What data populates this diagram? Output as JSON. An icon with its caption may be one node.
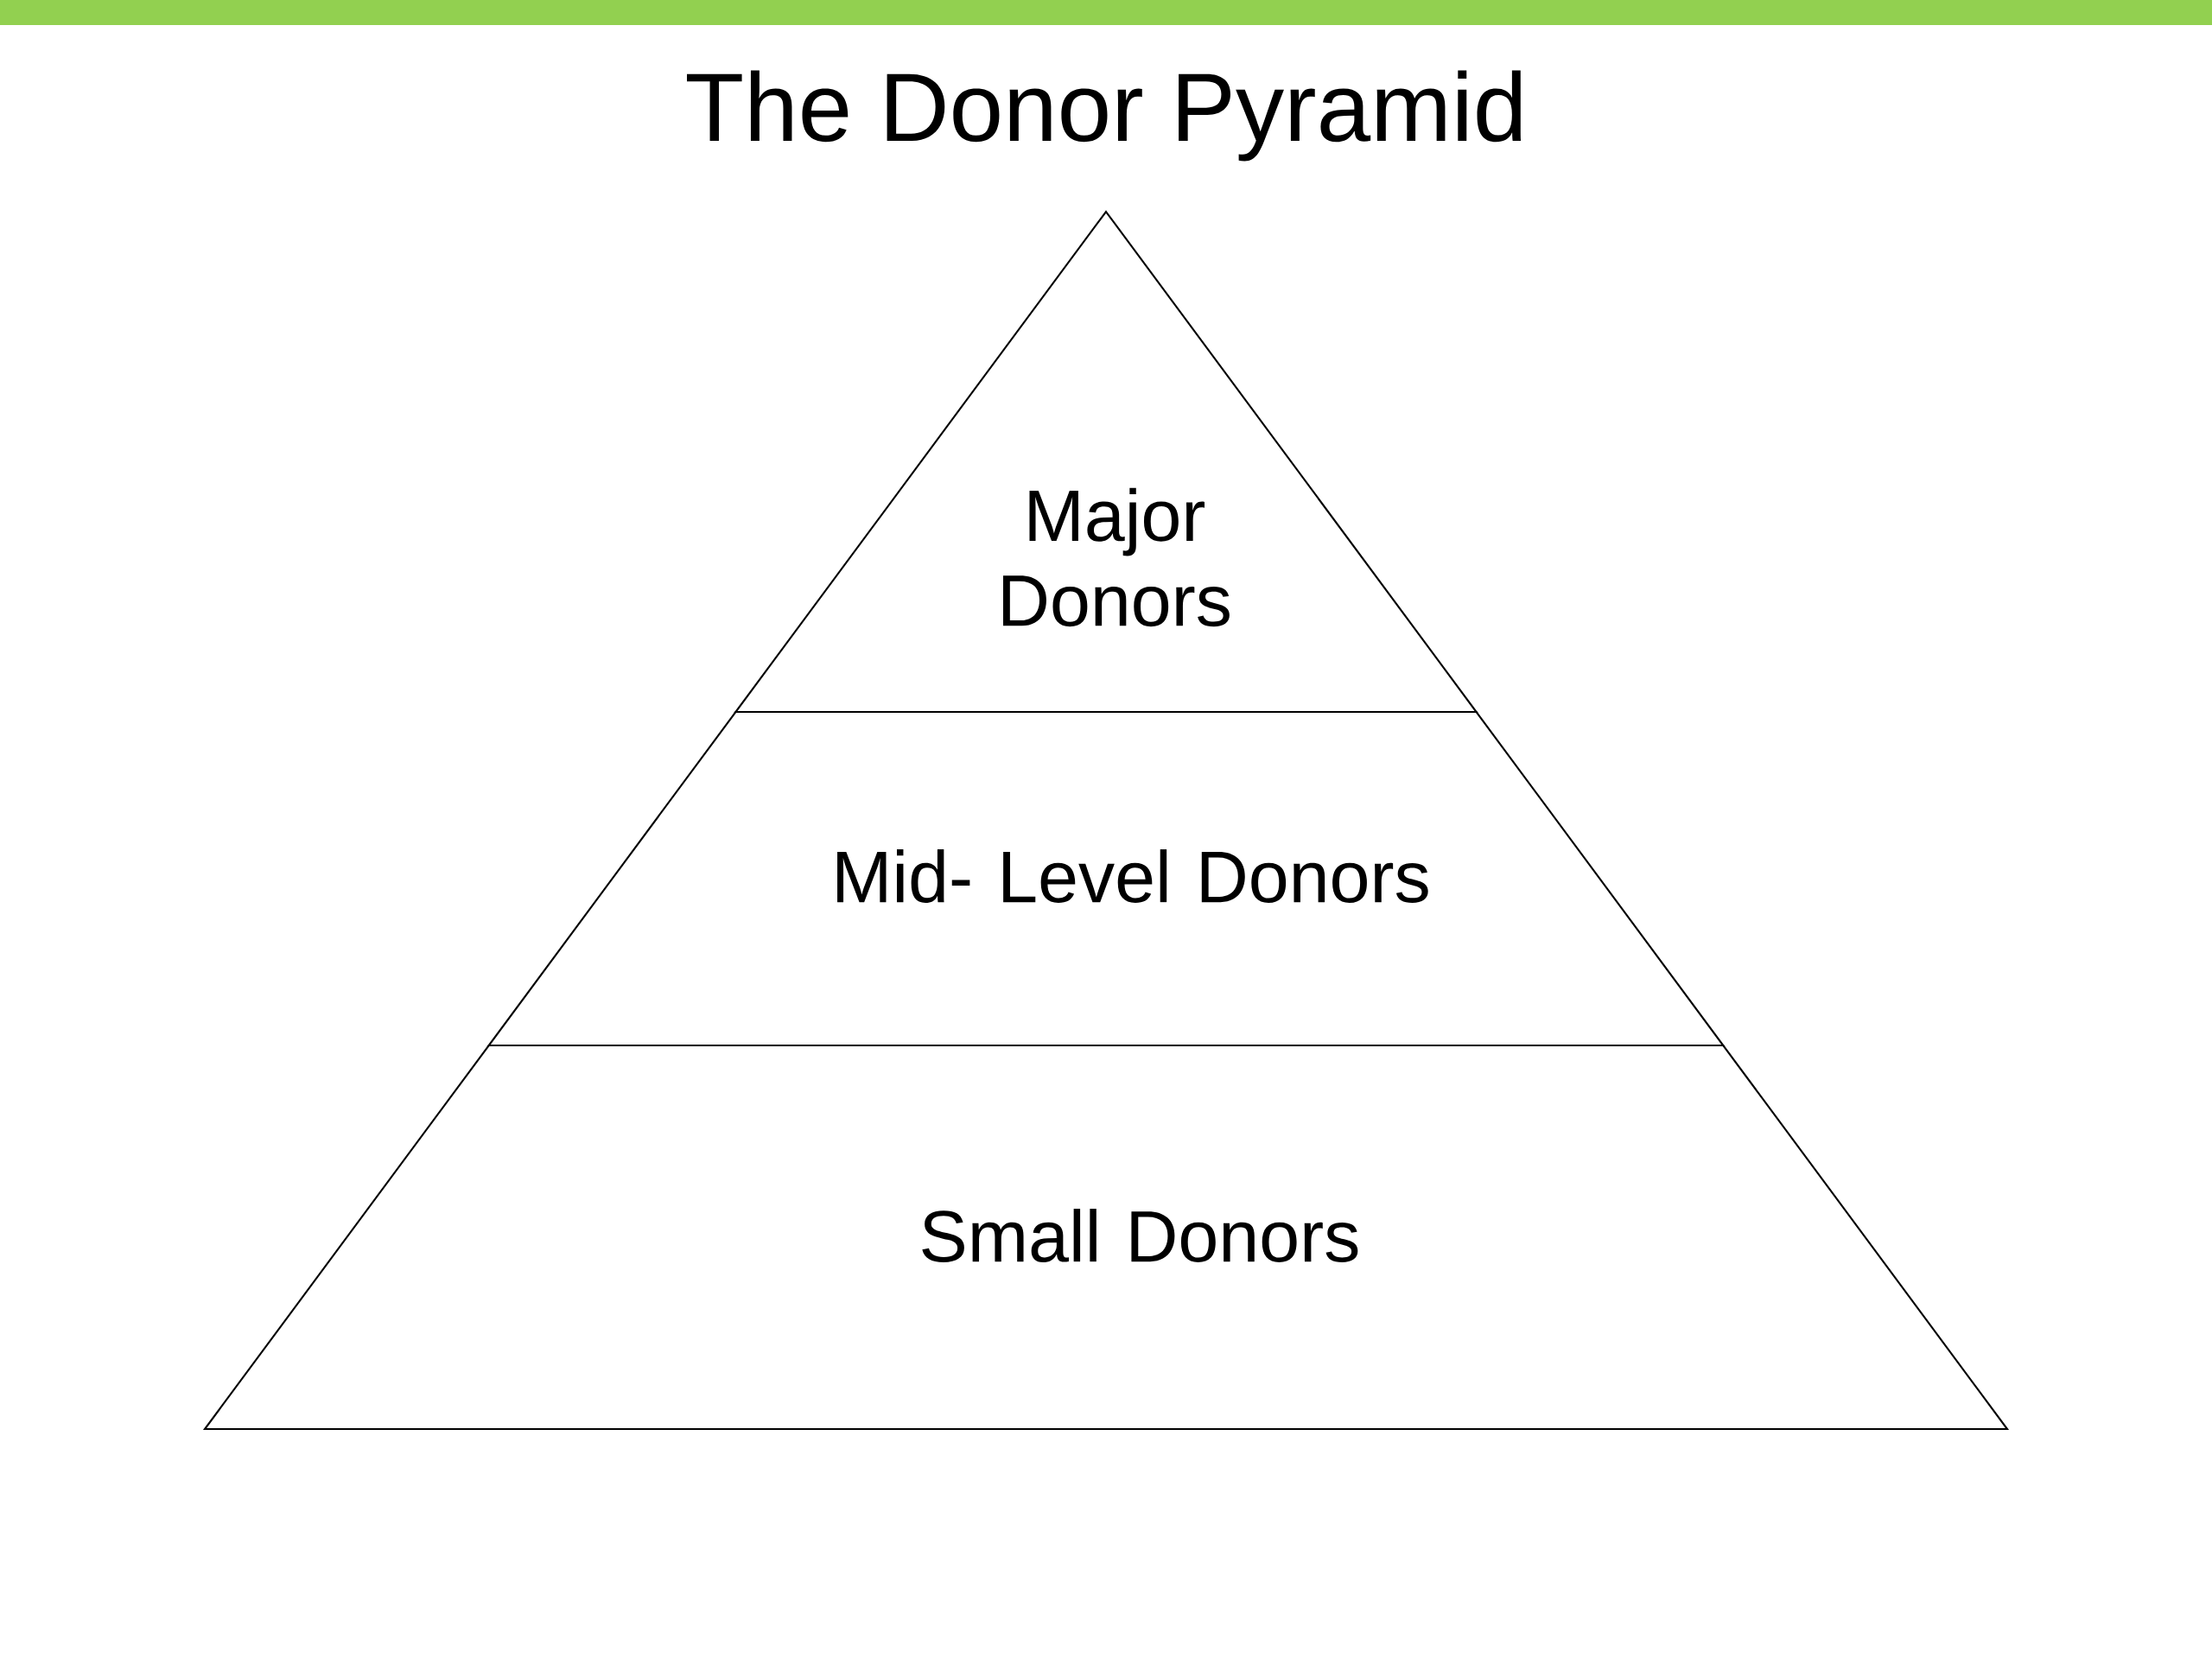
{
  "diagram": {
    "title": "The Donor Pyramid",
    "nodes": [
      {
        "text": [
          "Major Donors"
        ]
      },
      {
        "text": [
          "Mid- Level Donors"
        ]
      },
      {
        "text": [
          "Small Donors"
        ]
      }
    ]
  }
}
